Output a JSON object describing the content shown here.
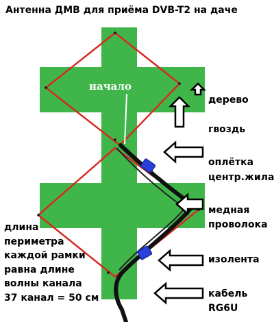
{
  "title": "Антенна ДМВ для приёма DVB-T2 на даче",
  "start_label": "начало",
  "labels": {
    "tree": "дерево",
    "nail": "гвоздь",
    "braid": "оплётка",
    "core": "центр.жила",
    "copper_1": "медная",
    "copper_2": "проволока",
    "tape": "изолента",
    "cable_1": "кабель",
    "cable_2": "RG6U"
  },
  "note_lines": [
    "длина",
    "периметра",
    "каждой рамки",
    "равна длине",
    "волны канала",
    "37 канал = 50 см"
  ],
  "colors": {
    "tree": "#3fb54a",
    "wire": "#d42a22",
    "cable": "#111111",
    "tape": "#2a3fd8",
    "text": "#000000"
  }
}
